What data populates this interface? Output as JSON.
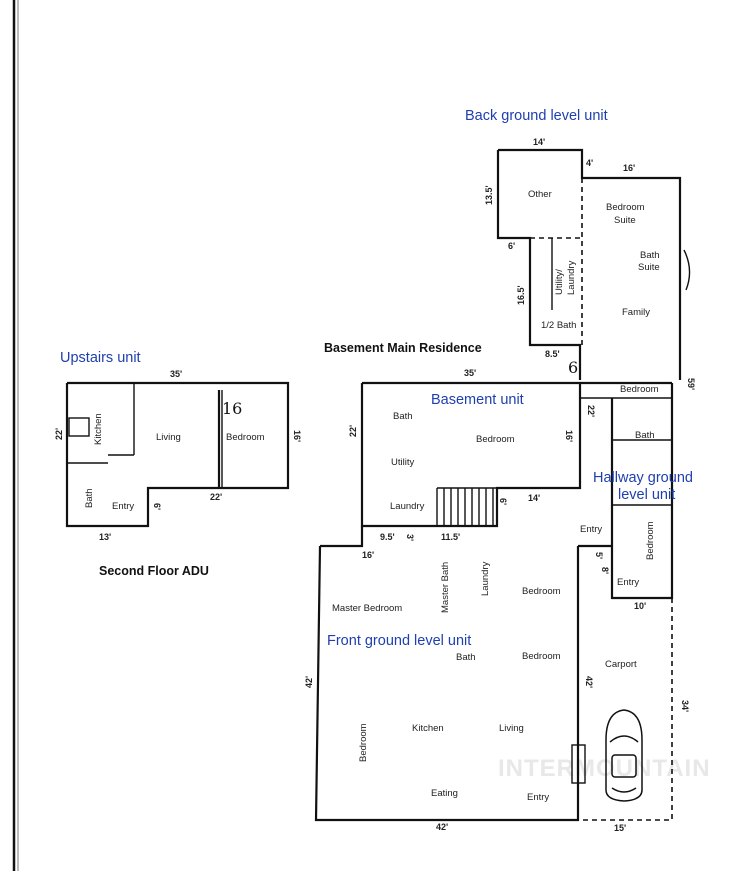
{
  "unit_labels": {
    "back": "Back ground level unit",
    "upstairs": "Upstairs unit",
    "basement": "Basement unit",
    "hallway_line1": "Hallway ground",
    "hallway_line2": "level unit",
    "front": "Front ground level unit"
  },
  "headings": {
    "basement_main": "Basement Main Residence",
    "second_floor": "Second Floor ADU"
  },
  "rooms": {
    "other": "Other",
    "bedroom_suite_1": "Bedroom",
    "bedroom_suite_2": "Suite",
    "bath_suite_1": "Bath",
    "bath_suite_2": "Suite",
    "family": "Family",
    "utility_laundry_1": "Utility/",
    "utility_laundry_2": "Laundry",
    "half_bath": "1/2 Bath",
    "adu_kitchen": "Kitchen",
    "adu_living": "Living",
    "adu_bedroom": "Bedroom",
    "adu_bath": "Bath",
    "adu_entry": "Entry",
    "bsmt_bath": "Bath",
    "bsmt_bedroom": "Bedroom",
    "bsmt_utility": "Utility",
    "bsmt_laundry": "Laundry",
    "hall_bedroom_top": "Bedroom",
    "hall_bath": "Bath",
    "hall_bedroom": "Bedroom",
    "hall_entry_outer": "Entry",
    "hall_entry_inner": "Entry",
    "master_bedroom": "Master Bedroom",
    "master_bath": "Master Bath",
    "laundry": "Laundry",
    "bedroom_1": "Bedroom",
    "bath": "Bath",
    "bedroom_2": "Bedroom",
    "carport": "Carport",
    "bedroom_west": "Bedroom",
    "kitchen": "Kitchen",
    "living": "Living",
    "eating": "Eating",
    "entry": "Entry"
  },
  "dimensions": {
    "back_top": "14'",
    "back_left": "13.5'",
    "back_step": "4'",
    "back_right_top": "16'",
    "back_notch": "6'",
    "back_side": "16.5'",
    "back_bottom": "8.5'",
    "back_right_side": "59'",
    "adu_top": "35'",
    "adu_left": "22'",
    "adu_right": "16'",
    "adu_notch": "6'",
    "adu_step": "22'",
    "adu_bottom": "13'",
    "bsmt_top": "35'",
    "bsmt_left": "22'",
    "bsmt_right": "16'",
    "bsmt_step": "22'",
    "bsmt_notch": "6'",
    "bsmt_bottom_right": "14'",
    "bsmt_bottom_a": "9.5'",
    "bsmt_bottom_b": "3'",
    "bsmt_bottom_c": "11.5'",
    "front_top": "16'",
    "front_left": "42'",
    "front_inner": "42'",
    "front_bottom": "42'",
    "carport_bottom": "15'",
    "carport_side": "34'",
    "hall_a": "5'",
    "hall_b": "8'",
    "hall_bottom": "10'"
  },
  "handwriting": {
    "note_16": "16",
    "note_6": "6"
  },
  "watermark": "INTERMOUNTAIN"
}
